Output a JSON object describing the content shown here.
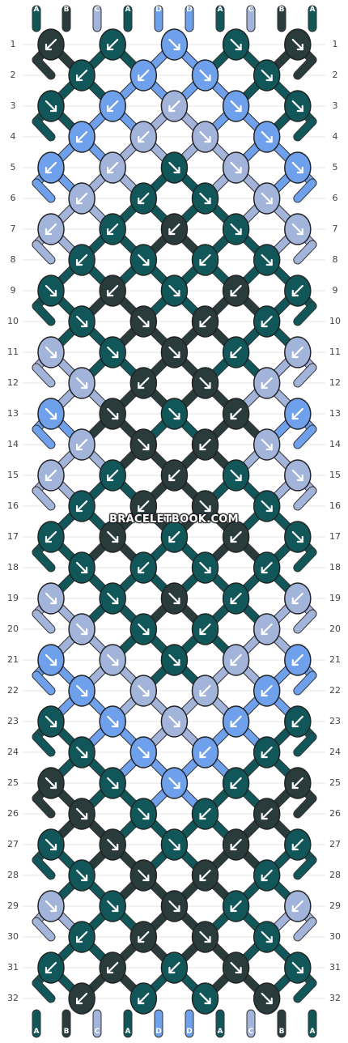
{
  "pattern": {
    "strands_top": [
      "A",
      "B",
      "C",
      "A",
      "D",
      "D",
      "A",
      "C",
      "B",
      "A"
    ],
    "strands_bottom": [
      "A",
      "B",
      "C",
      "A",
      "D",
      "D",
      "A",
      "C",
      "B",
      "A"
    ],
    "row_count": 32,
    "colors": {
      "A": "#11575a",
      "B": "#2a3b3c",
      "C": "#a3b4da",
      "D": "#6fa0ec"
    },
    "knots": [
      {
        "row": 1,
        "cols": [
          1,
          3,
          5,
          7,
          9
        ],
        "colors": [
          "B",
          "A",
          "D",
          "A",
          "B"
        ],
        "dirs": [
          "bl",
          "bl",
          "br",
          "br",
          "br"
        ]
      },
      {
        "row": 2,
        "cols": [
          2,
          4,
          6,
          8
        ],
        "colors": [
          "A",
          "D",
          "D",
          "A"
        ],
        "dirs": [
          "bl",
          "bl",
          "br",
          "br"
        ]
      },
      {
        "row": 3,
        "cols": [
          1,
          3,
          5,
          7,
          9
        ],
        "colors": [
          "A",
          "D",
          "C",
          "D",
          "A"
        ],
        "dirs": [
          "br",
          "bl",
          "bl",
          "br",
          "br"
        ]
      },
      {
        "row": 4,
        "cols": [
          2,
          4,
          6,
          8
        ],
        "colors": [
          "D",
          "C",
          "C",
          "D"
        ],
        "dirs": [
          "bl",
          "bl",
          "br",
          "br"
        ]
      },
      {
        "row": 5,
        "cols": [
          1,
          3,
          5,
          7,
          9
        ],
        "colors": [
          "D",
          "C",
          "A",
          "C",
          "D"
        ],
        "dirs": [
          "bl",
          "bl",
          "br",
          "br",
          "br"
        ]
      },
      {
        "row": 6,
        "cols": [
          2,
          4,
          6,
          8
        ],
        "colors": [
          "C",
          "A",
          "A",
          "C"
        ],
        "dirs": [
          "bl",
          "bl",
          "br",
          "br"
        ]
      },
      {
        "row": 7,
        "cols": [
          1,
          3,
          5,
          7,
          9
        ],
        "colors": [
          "C",
          "A",
          "B",
          "A",
          "C"
        ],
        "dirs": [
          "bl",
          "bl",
          "bl",
          "br",
          "br"
        ]
      },
      {
        "row": 8,
        "cols": [
          2,
          4,
          6,
          8
        ],
        "colors": [
          "A",
          "A",
          "A",
          "A"
        ],
        "dirs": [
          "bl",
          "br",
          "bl",
          "br"
        ]
      },
      {
        "row": 9,
        "cols": [
          1,
          3,
          5,
          7,
          9
        ],
        "colors": [
          "A",
          "B",
          "A",
          "B",
          "A"
        ],
        "dirs": [
          "br",
          "bl",
          "br",
          "bl",
          "bl"
        ]
      },
      {
        "row": 10,
        "cols": [
          2,
          4,
          6,
          8
        ],
        "colors": [
          "A",
          "B",
          "B",
          "A"
        ],
        "dirs": [
          "br",
          "br",
          "bl",
          "bl"
        ]
      },
      {
        "row": 11,
        "cols": [
          1,
          3,
          5,
          7,
          9
        ],
        "colors": [
          "C",
          "A",
          "B",
          "A",
          "C"
        ],
        "dirs": [
          "br",
          "br",
          "br",
          "bl",
          "bl"
        ]
      },
      {
        "row": 12,
        "cols": [
          2,
          4,
          6,
          8
        ],
        "colors": [
          "C",
          "B",
          "B",
          "C"
        ],
        "dirs": [
          "br",
          "bl",
          "br",
          "bl"
        ]
      },
      {
        "row": 13,
        "cols": [
          1,
          3,
          5,
          7,
          9
        ],
        "colors": [
          "D",
          "B",
          "A",
          "B",
          "D"
        ],
        "dirs": [
          "br",
          "br",
          "br",
          "bl",
          "bl"
        ]
      },
      {
        "row": 14,
        "cols": [
          2,
          4,
          6,
          8
        ],
        "colors": [
          "C",
          "B",
          "B",
          "C"
        ],
        "dirs": [
          "bl",
          "br",
          "bl",
          "br"
        ]
      },
      {
        "row": 15,
        "cols": [
          1,
          3,
          5,
          7,
          9
        ],
        "colors": [
          "C",
          "A",
          "B",
          "A",
          "C"
        ],
        "dirs": [
          "bl",
          "bl",
          "bl",
          "br",
          "br"
        ]
      },
      {
        "row": 16,
        "cols": [
          2,
          4,
          6,
          8
        ],
        "colors": [
          "A",
          "B",
          "B",
          "A"
        ],
        "dirs": [
          "bl",
          "bl",
          "br",
          "br"
        ]
      },
      {
        "row": 17,
        "cols": [
          1,
          3,
          5,
          7,
          9
        ],
        "colors": [
          "A",
          "B",
          "A",
          "B",
          "A"
        ],
        "dirs": [
          "bl",
          "br",
          "bl",
          "bl",
          "br"
        ]
      },
      {
        "row": 18,
        "cols": [
          2,
          4,
          6,
          8
        ],
        "colors": [
          "A",
          "A",
          "A",
          "A"
        ],
        "dirs": [
          "br",
          "bl",
          "br",
          "bl"
        ]
      },
      {
        "row": 19,
        "cols": [
          1,
          3,
          5,
          7,
          9
        ],
        "colors": [
          "C",
          "A",
          "B",
          "A",
          "C"
        ],
        "dirs": [
          "br",
          "br",
          "br",
          "bl",
          "bl"
        ]
      },
      {
        "row": 20,
        "cols": [
          2,
          4,
          6,
          8
        ],
        "colors": [
          "C",
          "A",
          "A",
          "C"
        ],
        "dirs": [
          "br",
          "br",
          "bl",
          "bl"
        ]
      },
      {
        "row": 21,
        "cols": [
          1,
          3,
          5,
          7,
          9
        ],
        "colors": [
          "D",
          "C",
          "A",
          "C",
          "D"
        ],
        "dirs": [
          "br",
          "br",
          "br",
          "bl",
          "bl"
        ]
      },
      {
        "row": 22,
        "cols": [
          2,
          4,
          6,
          8
        ],
        "colors": [
          "D",
          "C",
          "C",
          "D"
        ],
        "dirs": [
          "br",
          "br",
          "bl",
          "bl"
        ]
      },
      {
        "row": 23,
        "cols": [
          1,
          3,
          5,
          7,
          9
        ],
        "colors": [
          "A",
          "D",
          "C",
          "D",
          "A"
        ],
        "dirs": [
          "br",
          "br",
          "br",
          "bl",
          "bl"
        ]
      },
      {
        "row": 24,
        "cols": [
          2,
          4,
          6,
          8
        ],
        "colors": [
          "A",
          "D",
          "D",
          "A"
        ],
        "dirs": [
          "br",
          "br",
          "bl",
          "bl"
        ]
      },
      {
        "row": 25,
        "cols": [
          1,
          3,
          5,
          7,
          9
        ],
        "colors": [
          "B",
          "A",
          "D",
          "A",
          "B"
        ],
        "dirs": [
          "br",
          "br",
          "br",
          "bl",
          "bl"
        ]
      },
      {
        "row": 26,
        "cols": [
          2,
          4,
          6,
          8
        ],
        "colors": [
          "B",
          "A",
          "A",
          "B"
        ],
        "dirs": [
          "br",
          "br",
          "bl",
          "bl"
        ]
      },
      {
        "row": 27,
        "cols": [
          1,
          3,
          5,
          7,
          9
        ],
        "colors": [
          "A",
          "B",
          "A",
          "B",
          "A"
        ],
        "dirs": [
          "br",
          "br",
          "br",
          "bl",
          "bl"
        ]
      },
      {
        "row": 28,
        "cols": [
          2,
          4,
          6,
          8
        ],
        "colors": [
          "A",
          "B",
          "B",
          "A"
        ],
        "dirs": [
          "br",
          "br",
          "bl",
          "bl"
        ]
      },
      {
        "row": 29,
        "cols": [
          1,
          3,
          5,
          7,
          9
        ],
        "colors": [
          "C",
          "A",
          "B",
          "A",
          "C"
        ],
        "dirs": [
          "br",
          "br",
          "br",
          "bl",
          "bl"
        ]
      },
      {
        "row": 30,
        "cols": [
          2,
          4,
          6,
          8
        ],
        "colors": [
          "A",
          "B",
          "B",
          "A"
        ],
        "dirs": [
          "bl",
          "bl",
          "br",
          "br"
        ]
      },
      {
        "row": 31,
        "cols": [
          1,
          3,
          5,
          7,
          9
        ],
        "colors": [
          "A",
          "B",
          "A",
          "B",
          "A"
        ],
        "dirs": [
          "bl",
          "bl",
          "bl",
          "br",
          "br"
        ]
      },
      {
        "row": 32,
        "cols": [
          2,
          4,
          6,
          8
        ],
        "colors": [
          "B",
          "A",
          "A",
          "B"
        ],
        "dirs": [
          "bl",
          "bl",
          "br",
          "br"
        ]
      }
    ]
  },
  "watermark": "BRACELETBOOK.COM"
}
